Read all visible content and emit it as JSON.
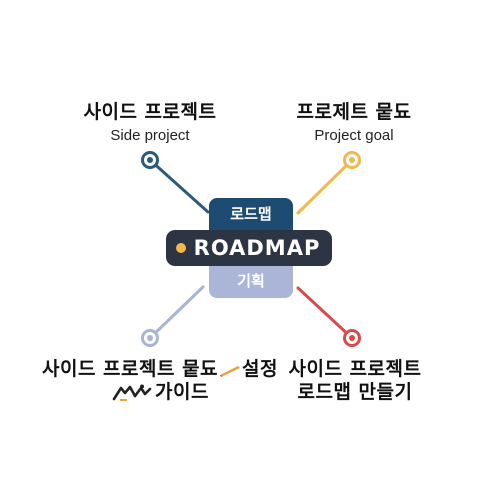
{
  "center": {
    "top_label": "로드맵",
    "main_label": "ROADMAP",
    "bottom_label": "기획"
  },
  "nodes": {
    "top_left": {
      "title": "사이드 프로젝트",
      "subtitle": "Side project",
      "color": "#2c5a7f"
    },
    "top_right": {
      "title": "프로제트 뭍됴",
      "subtitle": "Project goal",
      "color": "#f2b84b"
    },
    "bottom_left": {
      "line1": "사이드 프로젝트 뭍됴",
      "line1_after": "설정",
      "line2": "가이드",
      "color": "#a9b4d6"
    },
    "bottom_right": {
      "line1": "사이드 프로젝트",
      "line2": "로드맵 만들기",
      "color": "#d94a4a"
    }
  },
  "colors": {
    "top_pill": "#1e4b72",
    "main_pill": "#2d3545",
    "main_dot": "#f2b84b",
    "bottom_pill": "#aab5d8"
  }
}
